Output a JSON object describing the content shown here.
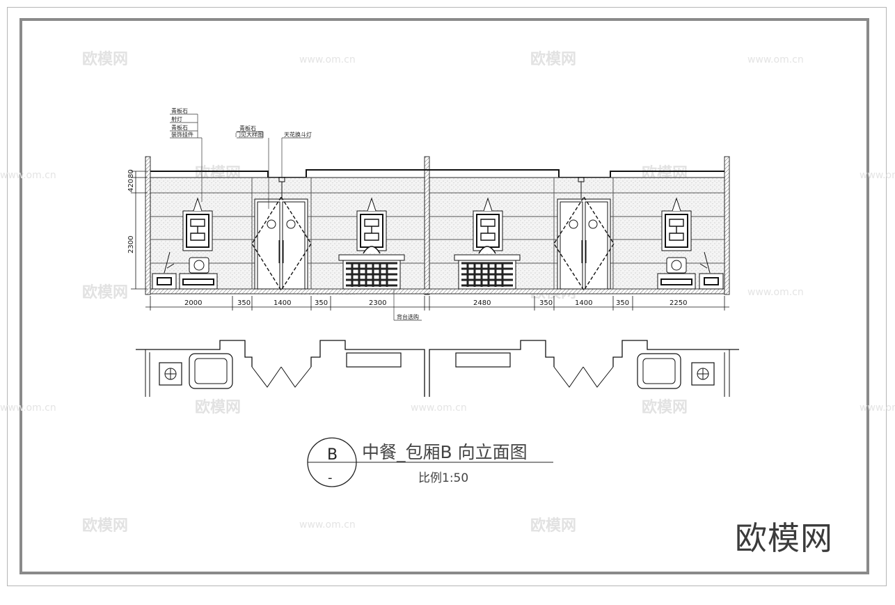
{
  "drawing": {
    "title": "中餐_包厢B 向立面图",
    "scale": "比例1:50",
    "symbol_letter": "B",
    "symbol_sub": "-"
  },
  "watermarks": {
    "brand": "欧模网",
    "url": "www.om.cn"
  },
  "logo": "欧模网",
  "annotations": {
    "left_group": [
      "青板石",
      "射灯",
      "青板石",
      "装饰挂件"
    ],
    "middle_group": [
      "青板石",
      "门见大样图"
    ],
    "right_group": [
      "天花换斗灯"
    ],
    "bottom_note": "背台选购"
  },
  "dimensions": {
    "horizontal": [
      "2000",
      "350",
      "1400",
      "350",
      "2300",
      "2480",
      "350",
      "1400",
      "350",
      "2250"
    ],
    "vertical": [
      "80",
      "420",
      "2300"
    ]
  }
}
